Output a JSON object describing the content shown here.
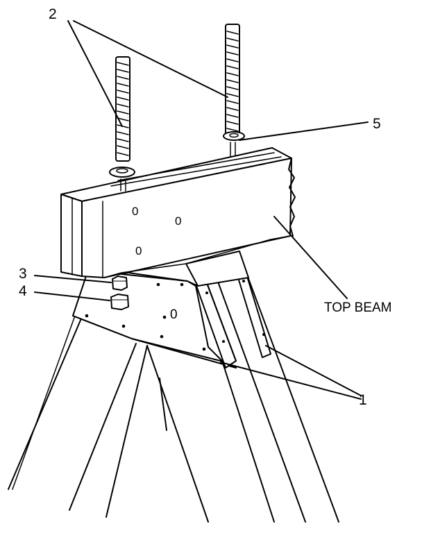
{
  "callouts": {
    "bolts": "2",
    "washer": "5",
    "nut_upper": "3",
    "nut_lower": "4",
    "top_beam": "TOP BEAM",
    "brackets": "1"
  },
  "beam_marks": [
    "0",
    "0",
    "0"
  ],
  "bracket_mark": "0",
  "colors": {
    "ink": "#000000",
    "paper": "#ffffff"
  }
}
